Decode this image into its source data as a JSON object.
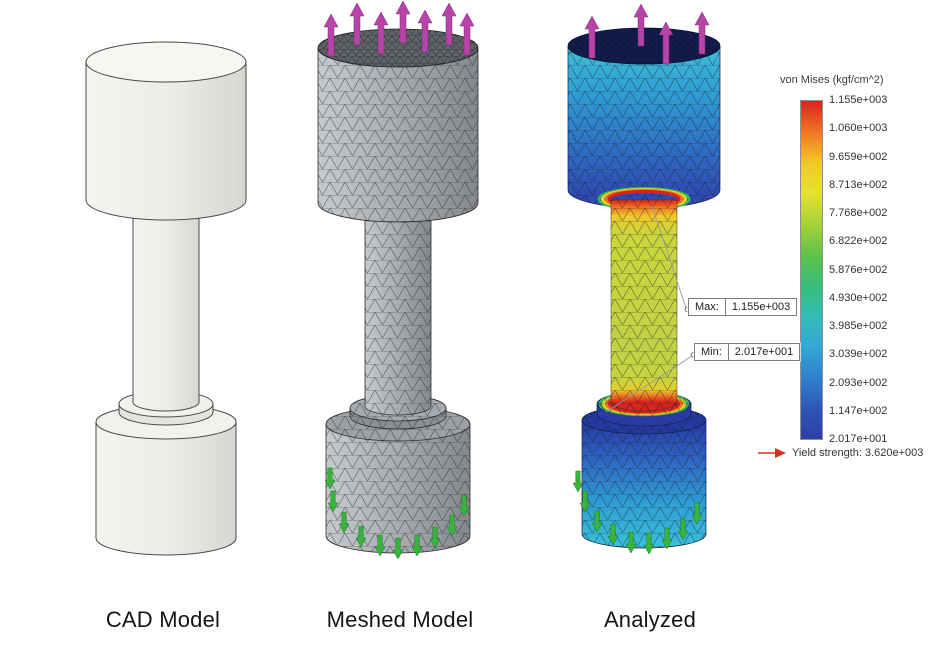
{
  "panels": {
    "cad": {
      "label": "CAD Model"
    },
    "meshed": {
      "label": "Meshed Model"
    },
    "analyzed": {
      "label": "Analyzed"
    }
  },
  "legend": {
    "title": "von Mises (kgf/cm^2)",
    "ticks": [
      "1.155e+003",
      "1.060e+003",
      "9.659e+002",
      "8.713e+002",
      "7.768e+002",
      "6.822e+002",
      "5.876e+002",
      "4.930e+002",
      "3.985e+002",
      "3.039e+002",
      "2.093e+002",
      "1.147e+002",
      "2.017e+001"
    ],
    "yield_label": "Yield strength: 3.620e+003",
    "bar_colors_top_to_bottom": [
      "#d8241e",
      "#ee7424",
      "#f2c62a",
      "#e6e22e",
      "#a8d23a",
      "#5cc24a",
      "#38bc7c",
      "#35bcb8",
      "#35a6d6",
      "#2f7cca",
      "#2f52b4",
      "#2f3ea8"
    ]
  },
  "callouts": {
    "max": {
      "label": "Max:",
      "value": "1.155e+003"
    },
    "min": {
      "label": "Min:",
      "value": "2.017e+001"
    }
  },
  "colors": {
    "load_arrow": "#b844aa",
    "fixture_arrow": "#38b43e",
    "yield_arrow": "#d83020"
  }
}
